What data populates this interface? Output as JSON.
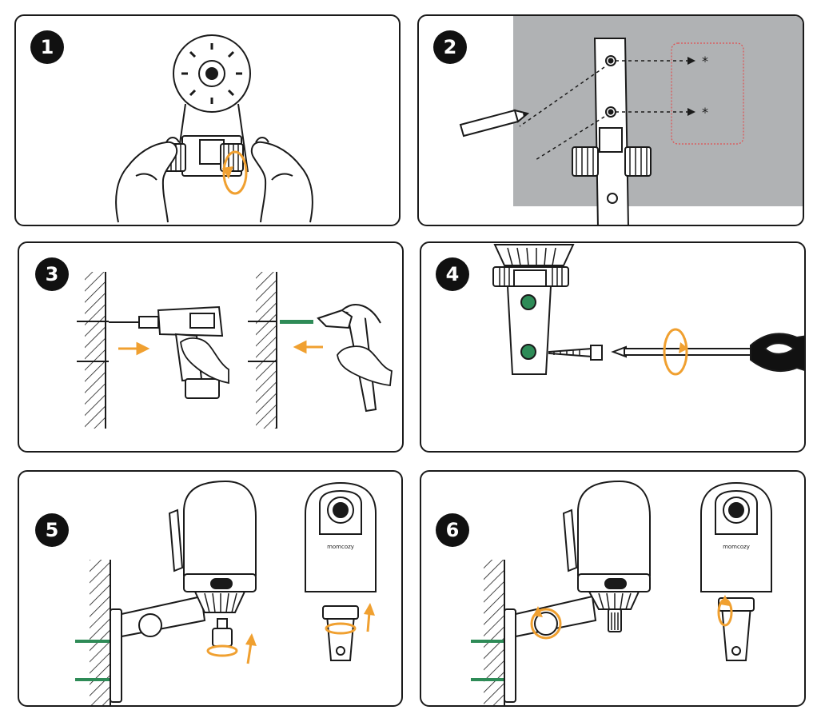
{
  "steps": [
    {
      "number": "1"
    },
    {
      "number": "2",
      "marks": [
        "*",
        "*"
      ]
    },
    {
      "number": "3"
    },
    {
      "number": "4"
    },
    {
      "number": "5",
      "brand": "momcozy"
    },
    {
      "number": "6",
      "brand": "momcozy"
    }
  ],
  "colors": {
    "outline": "#1a1a1a",
    "accent_arrow": "#f0a030",
    "wall_shade": "#b0b2b4",
    "anchor_green": "#2e8b57",
    "marking_box": "#e05050"
  }
}
